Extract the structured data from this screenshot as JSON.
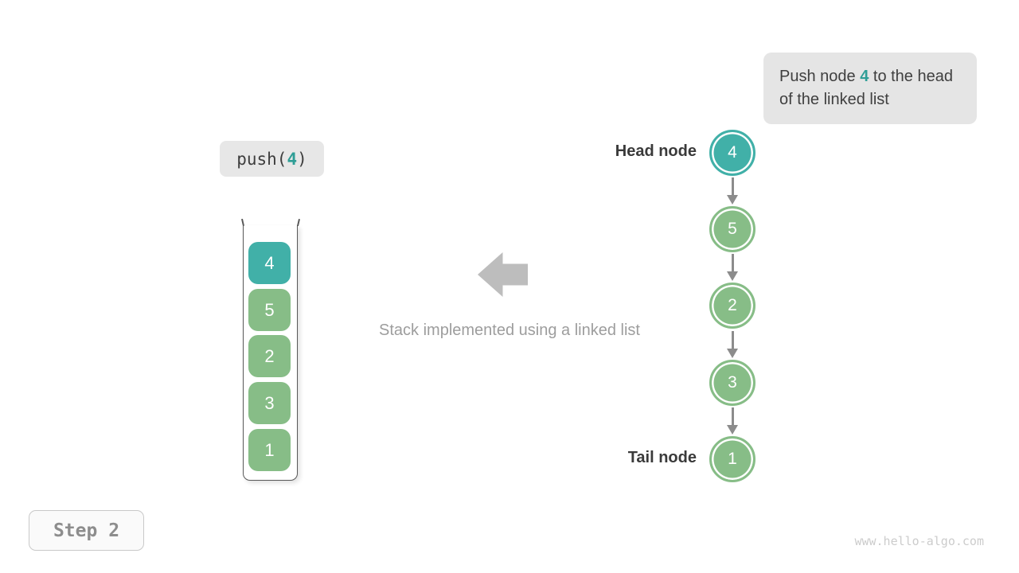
{
  "colors": {
    "teal": "#41b0a8",
    "green": "#87bd87",
    "accent_text": "#2f9e96",
    "dark_text": "#3a3a3a",
    "muted_text": "#9d9d9d",
    "arrow_gray": "#8c8c8c",
    "big_arrow_gray": "#bdbdbd"
  },
  "tooltip": {
    "text_before": "Push node ",
    "highlight": "4",
    "text_after": " to the head of the linked list"
  },
  "code_box": {
    "before": "push(",
    "arg": "4",
    "after": ")"
  },
  "stack": {
    "items": [
      {
        "value": "4",
        "variant": "teal"
      },
      {
        "value": "5",
        "variant": "green"
      },
      {
        "value": "2",
        "variant": "green"
      },
      {
        "value": "3",
        "variant": "green"
      },
      {
        "value": "1",
        "variant": "green"
      }
    ]
  },
  "caption": "Stack implemented using a linked list",
  "linked_list": {
    "head_label": "Head node",
    "tail_label": "Tail node",
    "nodes": [
      {
        "value": "4",
        "variant": "teal"
      },
      {
        "value": "5",
        "variant": "green"
      },
      {
        "value": "2",
        "variant": "green"
      },
      {
        "value": "3",
        "variant": "green"
      },
      {
        "value": "1",
        "variant": "green"
      }
    ]
  },
  "step_badge": "Step 2",
  "watermark": "www.hello-algo.com"
}
